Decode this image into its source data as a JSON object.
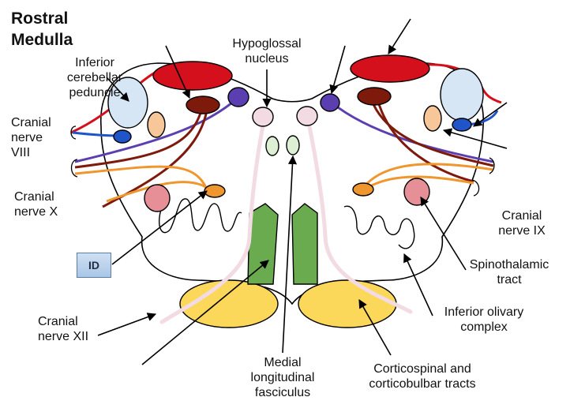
{
  "title": {
    "line1": "Rostral",
    "line2": "Medulla"
  },
  "labels": {
    "icp": [
      "Inferior",
      "cerebellar",
      "peduncle"
    ],
    "cn8": [
      "Cranial",
      "nerve",
      "VIII"
    ],
    "cn10": [
      "Cranial",
      "nerve X"
    ],
    "cn12": [
      "Cranial",
      "nerve XII"
    ],
    "hypoglossal": [
      "Hypoglossal",
      "nucleus"
    ],
    "mlf": [
      "Medial",
      "longitudinal",
      "fasciculus"
    ],
    "corticospinal": [
      "Corticospinal and",
      "corticobulbar tracts"
    ],
    "olivary": [
      "Inferior olivary",
      "complex"
    ],
    "spinothalamic": [
      "Spinothalamic",
      "tract"
    ],
    "cn9": [
      "Cranial",
      "nerve IX"
    ]
  },
  "id_box": "ID",
  "colors": {
    "red": "#d4101c",
    "dark_red": "#7d1a0c",
    "purple": "#5b3fb0",
    "blue": "#1f55c8",
    "orange": "#f0962e",
    "peach": "#f7c79a",
    "pink_light": "#f3dbe4",
    "light_green": "#ddf0d4",
    "green": "#6aab50",
    "yellow": "#fbd75a",
    "light_blue": "#d6e6f5",
    "rose": "#e78f97"
  }
}
